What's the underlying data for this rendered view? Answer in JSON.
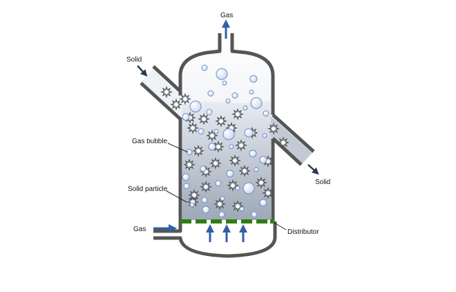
{
  "labels": {
    "gas_top": "Gas",
    "solid_in": "Solid",
    "gas_bubble": "Gas bubble",
    "solid_particle": "Solid particle",
    "gas_in": "Gas",
    "distributor": "Distributor",
    "solid_out": "Solid"
  },
  "colors": {
    "wall": "#555555",
    "bed_top": "#e8ecf2",
    "bed_bottom": "#9ea8b6",
    "bubble_fill": "#eef3fb",
    "bubble_stroke": "#6f8fc4",
    "particle": "#4a5058",
    "distributor": "#2f7d12",
    "arrow_blue": "#2f5fa8",
    "arrow_dark": "#2b3a55"
  },
  "icons": [
    "gas-bubble-icon",
    "solid-particle-icon",
    "flow-arrow-icon"
  ]
}
